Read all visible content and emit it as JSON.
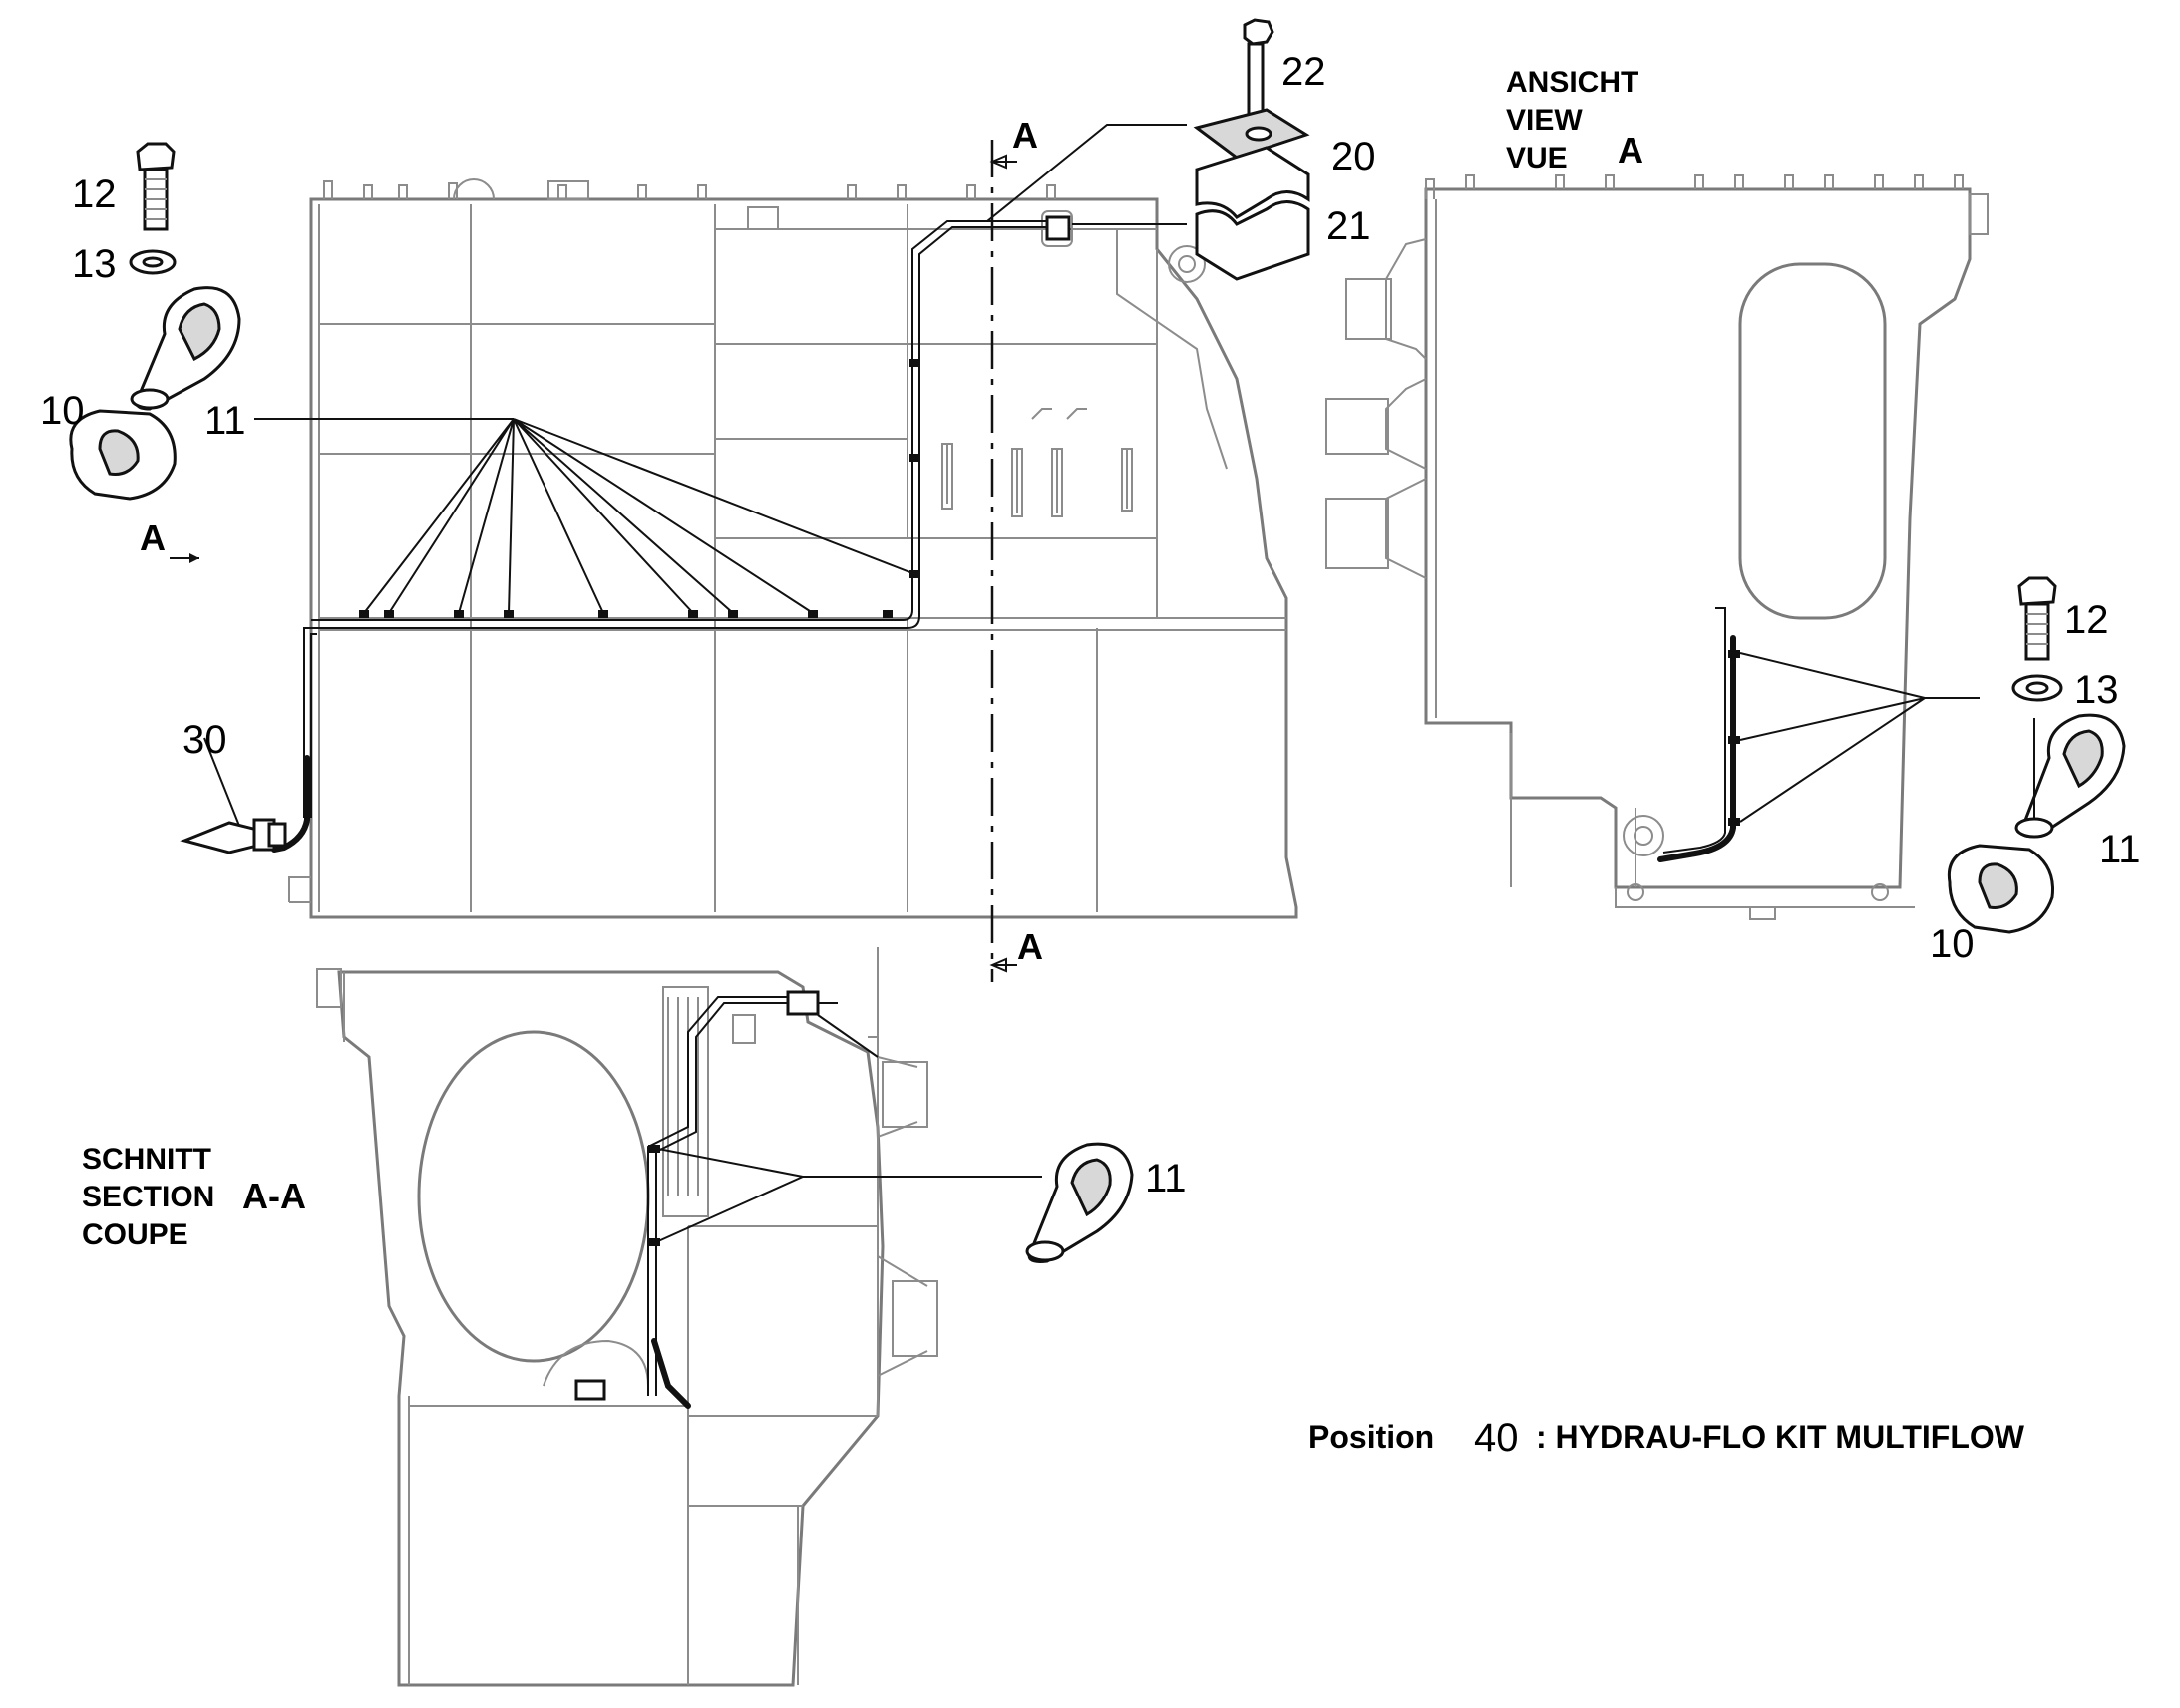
{
  "callouts": {
    "bolt_left": "12",
    "washer_left": "13",
    "clamp_half_left": "10",
    "clamp_left": "11",
    "bolt_top": "22",
    "plate_top": "20",
    "block_top": "21",
    "hose_fitting": "30",
    "bolt_right": "12",
    "washer_right": "13",
    "clamp_right": "11",
    "clamp_half_right": "10",
    "clamp_section": "11"
  },
  "section_marks": {
    "top": "A",
    "bottom": "A",
    "view_arrow": "A"
  },
  "view_label": {
    "line1": "ANSICHT",
    "line2": "VIEW",
    "line3": "VUE",
    "letter": "A"
  },
  "section_label": {
    "line1": "SCHNITT",
    "line2": "SECTION",
    "line3": "COUPE",
    "letter": "A-A"
  },
  "position_note": {
    "prefix": "Position",
    "number": "40",
    "text": ": HYDRAU-FLO KIT MULTIFLOW"
  },
  "colors": {
    "linework": "#111111",
    "housing": "#7a7a7a",
    "background": "#ffffff"
  }
}
